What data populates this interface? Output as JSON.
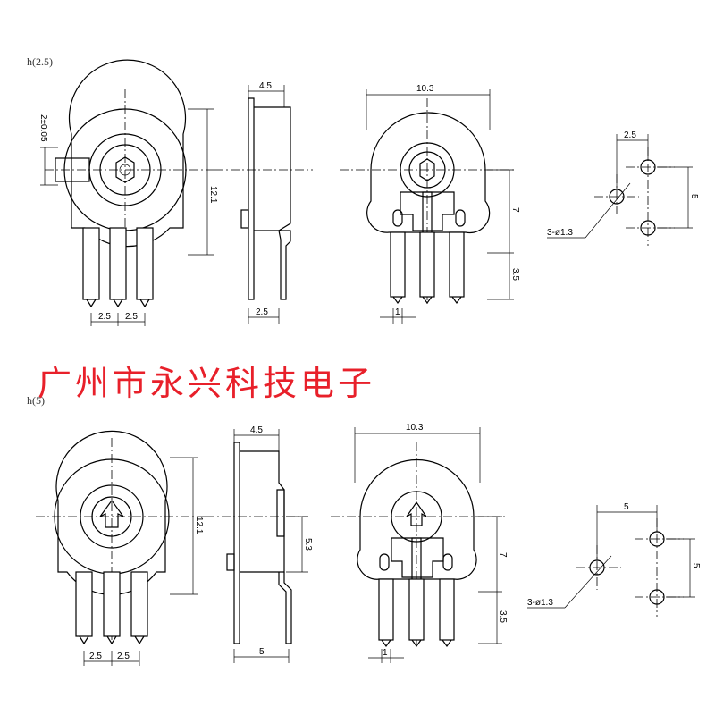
{
  "company_name": "广州市永兴科技电子",
  "top_section": {
    "label": "h(2.5)",
    "front": {
      "pin_pitch_left": "2.5",
      "pin_pitch_right": "2.5",
      "height": "12.1",
      "slot": "2±0.05"
    },
    "side": {
      "thickness": "4.5",
      "pin_offset": "2.5"
    },
    "back": {
      "width": "10.3",
      "pin_height": "7",
      "pin_len": "3.5",
      "pin_width": "1"
    },
    "pcb": {
      "pitch_x": "2.5",
      "pitch_y": "5",
      "holes": "3-ø1.3"
    }
  },
  "bottom_section": {
    "label": "h(5)",
    "front": {
      "pin_pitch_left": "2.5",
      "pin_pitch_right": "2.5",
      "height": "12.1"
    },
    "side": {
      "thickness": "4.5",
      "pin_offset": "5",
      "mid_height": "5.3"
    },
    "back": {
      "width": "10.3",
      "pin_height": "7",
      "pin_len": "3.5",
      "pin_width": "1"
    },
    "pcb": {
      "pitch_x": "5",
      "pitch_y": "5",
      "holes": "3-ø1.3"
    }
  }
}
